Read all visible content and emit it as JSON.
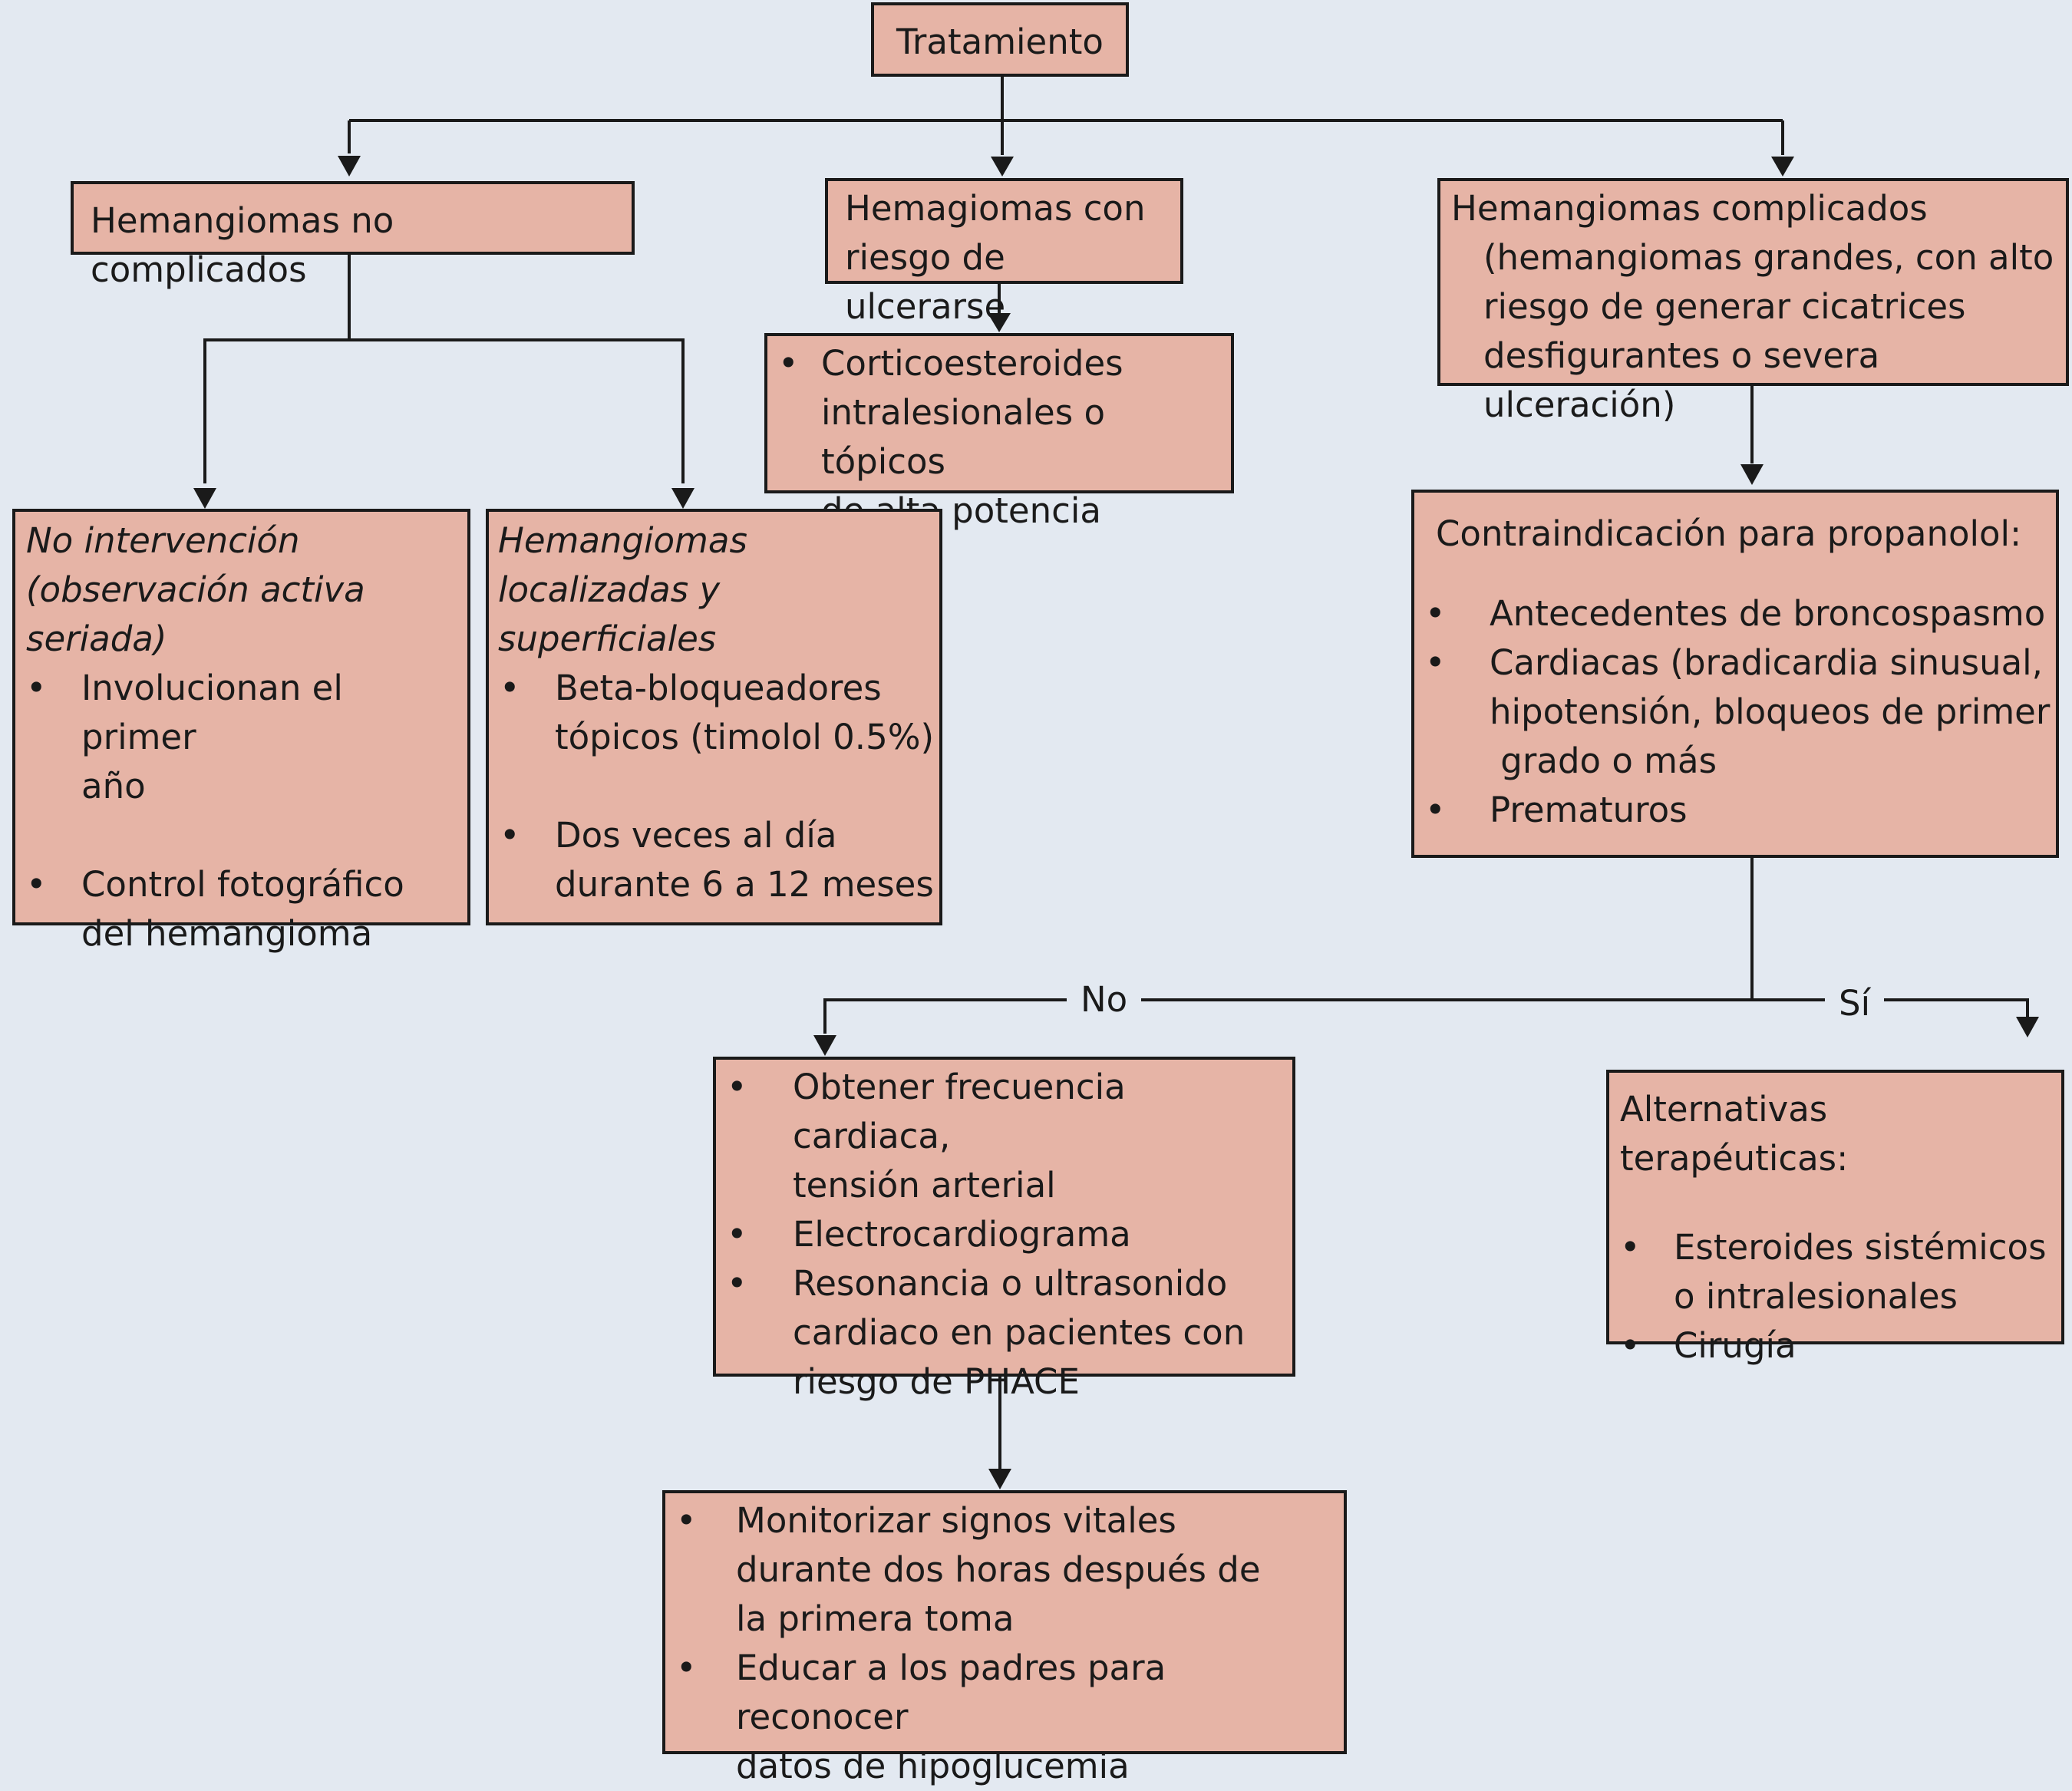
{
  "nodes": {
    "root": {
      "title": "Tratamiento"
    },
    "no_complicados": {
      "title": "Hemangiomas no complicados"
    },
    "riesgo": {
      "title_lines": [
        "Hemagiomas con",
        "riesgo de ulcerarse"
      ]
    },
    "complicados": {
      "title_lines": [
        "Hemangiomas complicados",
        "(hemangiomas grandes, con alto",
        "riesgo de generar cicatrices",
        "desfigurantes o severa ulceración)"
      ]
    },
    "corticoides": {
      "items": [
        [
          "Corticoesteroides",
          "intralesionales o tópicos",
          "de alta potencia"
        ]
      ]
    },
    "no_intervencion": {
      "heading_lines": [
        "No intervención",
        "(observación activa",
        "seriada)"
      ],
      "items": [
        [
          "Involucionan el primer",
          "año"
        ],
        [
          "Control fotográfico",
          "del hemangioma"
        ]
      ]
    },
    "localizadas": {
      "heading_lines": [
        "Hemangiomas",
        "localizadas y superficiales"
      ],
      "items": [
        [
          "Beta-bloqueadores",
          "tópicos (timolol 0.5%)"
        ],
        [
          "Dos veces al día",
          "durante 6 a 12 meses"
        ]
      ]
    },
    "contraindicacion": {
      "heading": "Contraindicación para propanolol:",
      "items": [
        [
          "Antecedentes de broncospasmo"
        ],
        [
          "Cardiacas (bradicardia sinusual,",
          "hipotensión, bloqueos de primer",
          " grado o más"
        ],
        [
          "Prematuros"
        ]
      ]
    },
    "obtener": {
      "items": [
        [
          "Obtener frecuencia cardiaca,",
          "tensión arterial"
        ],
        [
          "Electrocardiograma"
        ],
        [
          "Resonancia o ultrasonido",
          "cardiaco en pacientes con",
          "riesgo de PHACE"
        ]
      ]
    },
    "alternativas": {
      "heading": "Alternativas terapéuticas:",
      "items": [
        [
          "Esteroides sistémicos",
          "o intralesionales"
        ],
        [
          "Cirugía"
        ]
      ]
    },
    "monitorizar": {
      "items": [
        [
          "Monitorizar signos vitales",
          "durante dos horas después de",
          "la primera toma"
        ],
        [
          "Educar a los padres para reconocer",
          "datos de hipoglucemia"
        ]
      ]
    }
  },
  "edge_labels": {
    "no": "No",
    "si": "Sí"
  }
}
